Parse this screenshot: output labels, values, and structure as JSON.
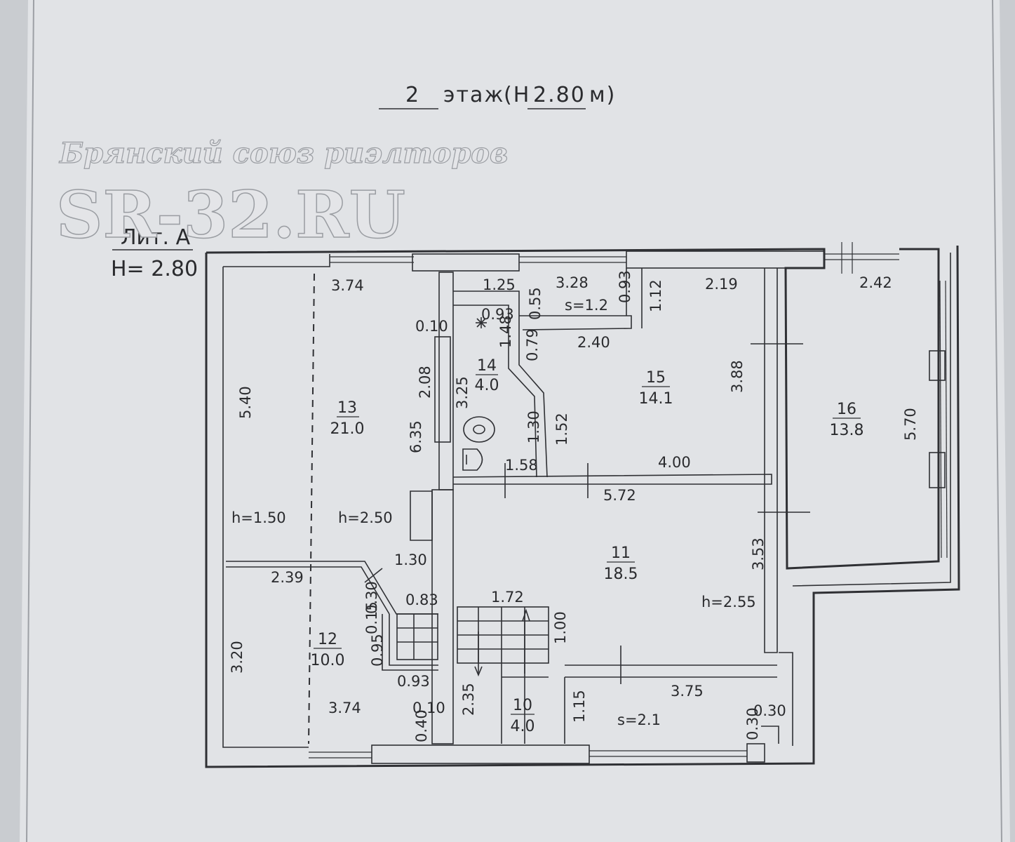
{
  "header": {
    "floor_number": "2",
    "floor_word": "этаж",
    "height_prefix": "(Н",
    "height_value": "2.80",
    "height_unit": "м)"
  },
  "watermark": {
    "line1": "Брянский союз риэлторов",
    "line2": "SR-32.RU"
  },
  "litera": {
    "label": "Лит. А",
    "height": "Н= 2.80"
  },
  "rooms": [
    {
      "id": "room-13",
      "number": "13",
      "area": "21.0"
    },
    {
      "id": "room-14",
      "number": "14",
      "area": "4.0"
    },
    {
      "id": "room-15",
      "number": "15",
      "area": "14.1"
    },
    {
      "id": "room-16",
      "number": "16",
      "area": "13.8"
    },
    {
      "id": "room-11",
      "number": "11",
      "area": "18.5"
    },
    {
      "id": "room-12",
      "number": "12",
      "area": "10.0"
    },
    {
      "id": "room-10",
      "number": "10",
      "area": "4.0"
    }
  ],
  "dimensions": [
    "3.74",
    "1.25",
    "3.28",
    "0.93",
    "1.12",
    "2.19",
    "2.42",
    "0.10",
    "0.93",
    "0.55",
    "s=1.2",
    "1.48",
    "0.79",
    "2.40",
    "2.08",
    "3.25",
    "5.40",
    "6.35",
    "1.30",
    "1.52",
    "3.88",
    "5.70",
    "1.58",
    "4.00",
    "5.72",
    "h=1.50",
    "h=2.50",
    "1.30",
    "3.53",
    "2.39",
    "0.30",
    "0.83",
    "1.72",
    "h=2.55",
    "0.15",
    "1.00",
    "0.95",
    "3.20",
    "0.93",
    "3.75",
    "2.35",
    "1.15",
    "0.10",
    "3.74",
    "s=2.1",
    "0.30",
    "0.30",
    "0.40"
  ]
}
